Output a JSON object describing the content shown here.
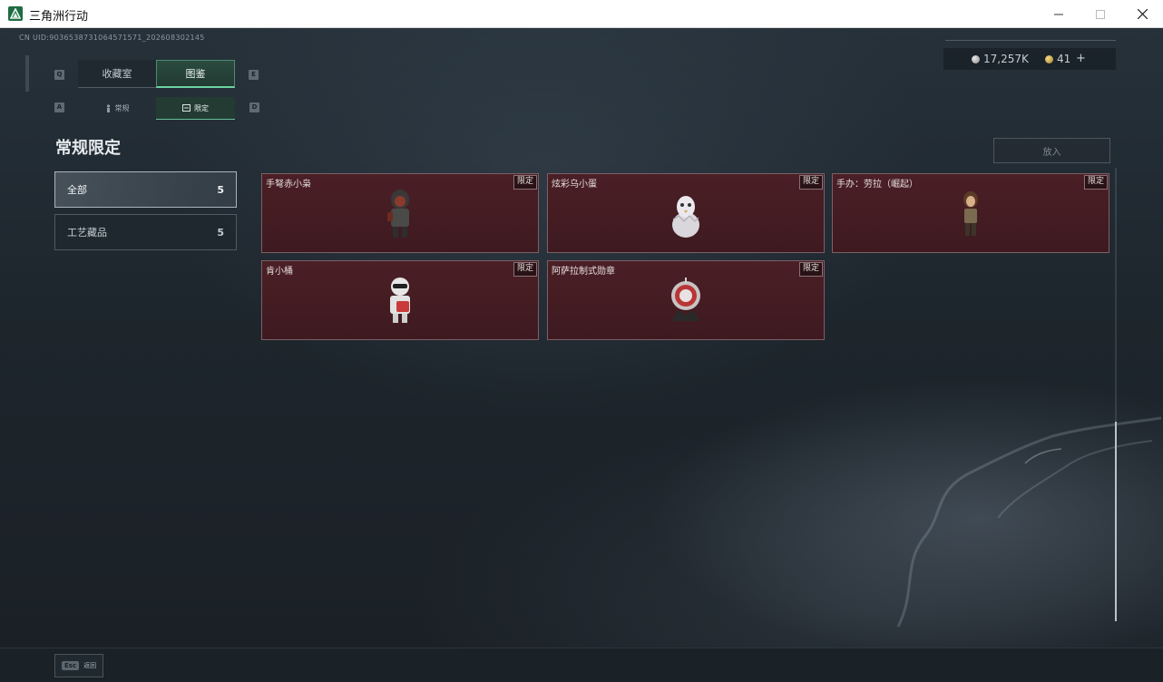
{
  "window": {
    "title": "三角洲行动"
  },
  "uid": "CN UID:9036538731064571571_202608302145",
  "currency": {
    "silver": "17,257K",
    "gold": "41",
    "plus": "+"
  },
  "tabs": [
    {
      "key": "Q",
      "label": "收藏室"
    },
    {
      "key": "E",
      "label": "图鉴"
    }
  ],
  "subtabs": [
    {
      "key": "A",
      "label": "常规"
    },
    {
      "key": "D",
      "label": "限定"
    }
  ],
  "page_title": "常规限定",
  "sidebar": [
    {
      "label": "全部",
      "count": "5"
    },
    {
      "label": "工艺藏品",
      "count": "5"
    }
  ],
  "place_button": "放入",
  "cards": [
    {
      "name": "手弩赤小枭",
      "badge": "限定"
    },
    {
      "name": "炫彩乌小蛋",
      "badge": "限定"
    },
    {
      "name": "手办：劳拉（崛起）",
      "badge": "限定"
    },
    {
      "name": "肯小桶",
      "badge": "限定"
    },
    {
      "name": "阿萨拉制式勋章",
      "badge": "限定"
    }
  ],
  "footer": {
    "esc_key": "Esc",
    "back_label": "返回"
  },
  "colors": {
    "accent": "#6cd3a0",
    "card_bg": "#4a1f25",
    "limited_badge": "#281215"
  }
}
